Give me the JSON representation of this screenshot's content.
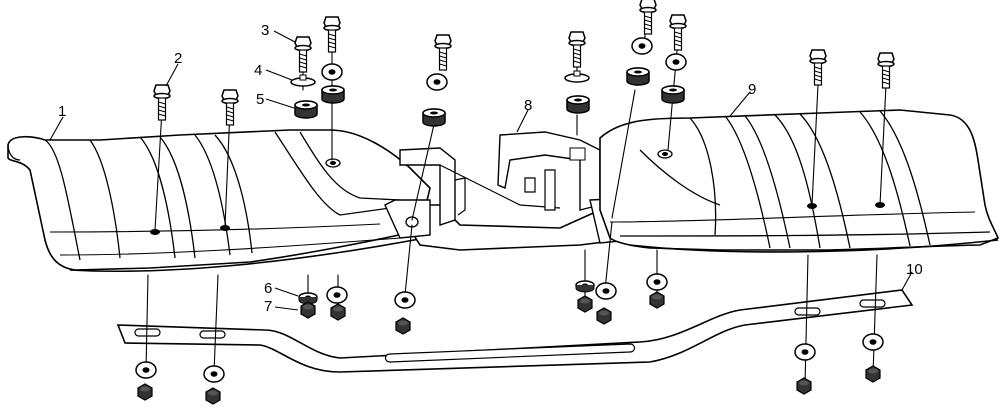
{
  "diagram": {
    "callouts": [
      {
        "number": "1"
      },
      {
        "number": "2"
      },
      {
        "number": "3"
      },
      {
        "number": "4"
      },
      {
        "number": "5"
      },
      {
        "number": "6"
      },
      {
        "number": "7"
      },
      {
        "number": "8"
      },
      {
        "number": "9"
      },
      {
        "number": "10"
      }
    ]
  },
  "colors": {
    "line": "#000000",
    "fill": "#ffffff",
    "hardware": "#333333"
  }
}
